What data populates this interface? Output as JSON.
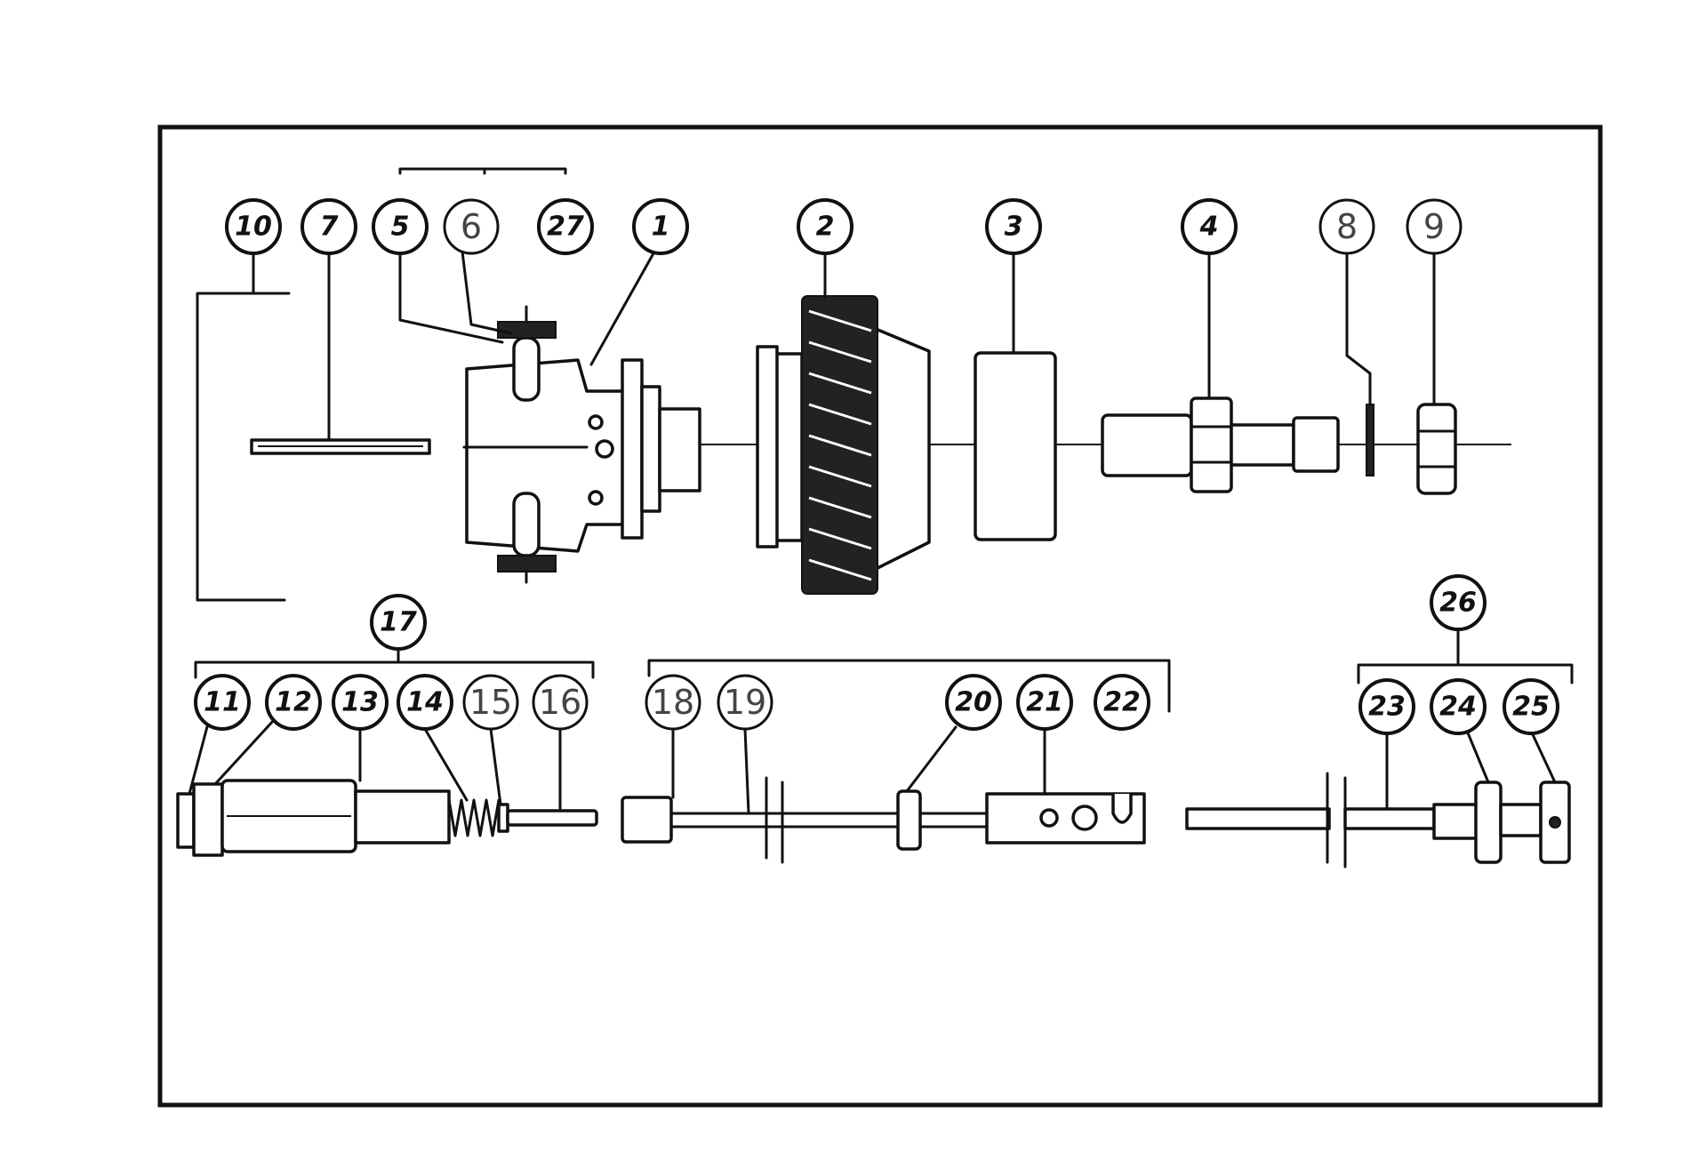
{
  "callouts": [
    {
      "id": "10",
      "hand": false
    },
    {
      "id": "7",
      "hand": false
    },
    {
      "id": "5",
      "hand": false
    },
    {
      "id": "6",
      "hand": true
    },
    {
      "id": "27",
      "hand": false
    },
    {
      "id": "1",
      "hand": false
    },
    {
      "id": "2",
      "hand": false
    },
    {
      "id": "3",
      "hand": false
    },
    {
      "id": "4",
      "hand": false
    },
    {
      "id": "8",
      "hand": true
    },
    {
      "id": "9",
      "hand": true
    },
    {
      "id": "17",
      "hand": false
    },
    {
      "id": "11",
      "hand": false
    },
    {
      "id": "12",
      "hand": false
    },
    {
      "id": "13",
      "hand": false
    },
    {
      "id": "14",
      "hand": false
    },
    {
      "id": "15",
      "hand": true
    },
    {
      "id": "16",
      "hand": true
    },
    {
      "id": "18",
      "hand": true
    },
    {
      "id": "19",
      "hand": true
    },
    {
      "id": "20",
      "hand": false
    },
    {
      "id": "21",
      "hand": false
    },
    {
      "id": "22",
      "hand": false
    },
    {
      "id": "26",
      "hand": false
    },
    {
      "id": "23",
      "hand": false
    },
    {
      "id": "24",
      "hand": false
    },
    {
      "id": "25",
      "hand": false
    }
  ]
}
